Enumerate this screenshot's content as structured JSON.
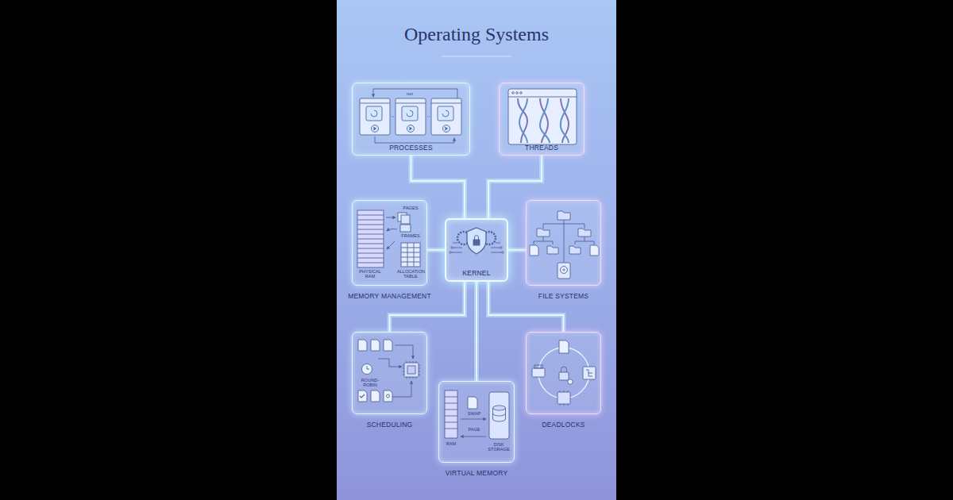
{
  "diagram": {
    "title": "Operating Systems",
    "nodes": [
      {
        "text": [
          "PROCESSES"
        ]
      },
      {
        "text": [
          "THREADS"
        ]
      },
      {
        "text": [
          "MEMORY MANAGEMENT"
        ]
      },
      {
        "text": [
          "KERNEL"
        ]
      },
      {
        "text": [
          "FILE SYSTEMS"
        ]
      },
      {
        "text": [
          "SCHEDULING"
        ]
      },
      {
        "text": [
          "VIRTUAL MEMORY"
        ]
      },
      {
        "text": [
          "DEADLOCKS"
        ]
      }
    ],
    "edges": [
      {
        "from": 3,
        "to": 0,
        "arrow": "none"
      },
      {
        "from": 3,
        "to": 1,
        "arrow": "none"
      },
      {
        "from": 3,
        "to": 2,
        "arrow": "none"
      },
      {
        "from": 3,
        "to": 4,
        "arrow": "none"
      },
      {
        "from": 3,
        "to": 5,
        "arrow": "none"
      },
      {
        "from": 3,
        "to": 6,
        "arrow": "none"
      },
      {
        "from": 3,
        "to": 7,
        "arrow": "none"
      }
    ],
    "labels": [
      "run",
      "PAGES",
      "FRAMES",
      "PHYSICAL RAM",
      "ALLOCATION TABLE",
      "ROUND-ROBIN",
      "SWAP",
      "PAGE",
      "RAM",
      "DISK STORAGE"
    ]
  }
}
